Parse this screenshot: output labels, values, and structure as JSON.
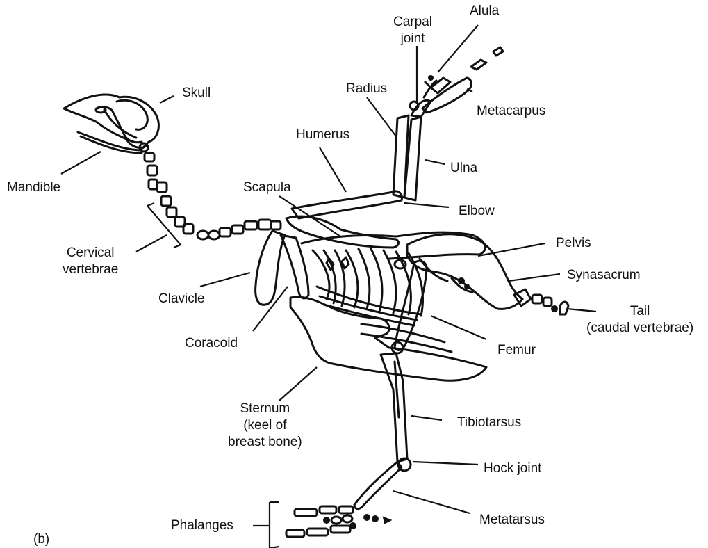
{
  "figure": {
    "panel_label": "(b)",
    "labels": {
      "skull": "Skull",
      "mandible": "Mandible",
      "cervical_vertebrae": [
        "Cervical",
        "vertebrae"
      ],
      "clavicle": "Clavicle",
      "coracoid": "Coracoid",
      "sternum": [
        "Sternum",
        "(keel of",
        "breast bone)"
      ],
      "phalanges": "Phalanges",
      "scapula": "Scapula",
      "humerus": "Humerus",
      "radius": "Radius",
      "carpal_joint": [
        "Carpal",
        "joint"
      ],
      "alula": "Alula",
      "metacarpus": "Metacarpus",
      "ulna": "Ulna",
      "elbow": "Elbow",
      "pelvis": "Pelvis",
      "synsacrum": "Synasacrum",
      "tail": [
        "Tail",
        "(caudal vertebrae)"
      ],
      "femur": "Femur",
      "tibiotarsus": "Tibiotarsus",
      "hock_joint": "Hock joint",
      "metatarsus": "Metatarsus"
    }
  }
}
